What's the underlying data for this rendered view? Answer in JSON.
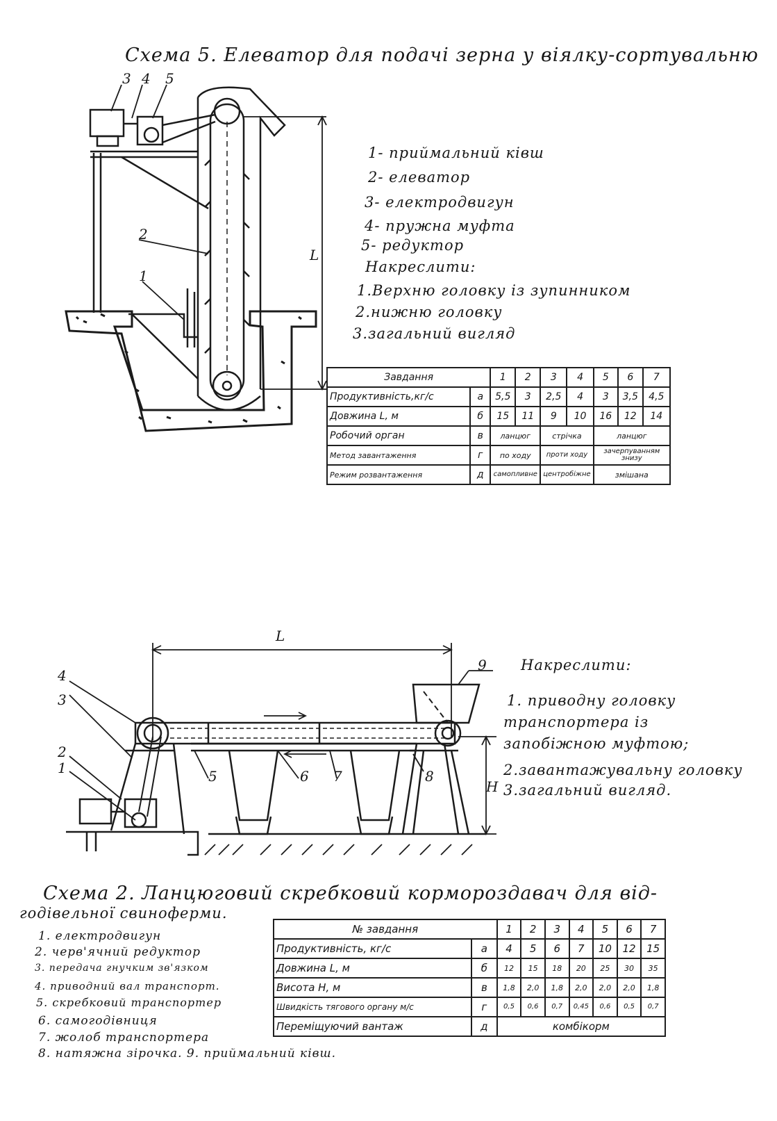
{
  "scheme5": {
    "title": "Схема 5. Елеватор для подачі зерна у віялку-сортувальню",
    "callouts": {
      "n1": "1",
      "n2": "2",
      "n3": "3",
      "n4": "4",
      "n5": "5",
      "L": "L"
    },
    "legend": [
      "1- приймальний ківш",
      "2- елеватор",
      "3- електродвигун",
      "4- пружна муфта",
      "5- редуктор"
    ],
    "task_heading": "Накреслити:",
    "tasks": [
      "1.Верхню головку із зупинником",
      "2.нижню головку",
      "3.загальний вигляд"
    ],
    "table": {
      "header": "Завдання",
      "variants": [
        "1",
        "2",
        "3",
        "4",
        "5",
        "6",
        "7"
      ],
      "rows": [
        {
          "label": "Продуктивність,кг/с",
          "key": "а",
          "values": [
            "5,5",
            "3",
            "2,5",
            "4",
            "3",
            "3,5",
            "4,5"
          ]
        },
        {
          "label": "Довжина L, м",
          "key": "б",
          "values": [
            "15",
            "11",
            "9",
            "10",
            "16",
            "12",
            "14"
          ]
        },
        {
          "label": "Робочий орган",
          "key": "в",
          "spans": [
            "ланцюг",
            "стрічка",
            "ланцюг"
          ]
        },
        {
          "label": "Метод завантаження",
          "key": "г",
          "spans": [
            "по ходу",
            "проти ходу",
            "зачерпуванням знизу"
          ]
        },
        {
          "label": "Режим розвантаження",
          "key": "д",
          "spans": [
            "самопливне",
            "центробіжне",
            "змішана"
          ]
        }
      ]
    }
  },
  "scheme2": {
    "title_line1": "Схема 2. Ланцюговий скребковий кормороздавач для від-",
    "title_line2": "годівельної свиноферми.",
    "callouts": {
      "n1": "1",
      "n2": "2",
      "n3": "3",
      "n4": "4",
      "n5": "5",
      "n6": "6",
      "n7": "7",
      "n8": "8",
      "n9": "9",
      "L": "L",
      "H": "H"
    },
    "task_heading": "Накреслити:",
    "tasks": [
      "1. приводну головку",
      "транспортера із",
      "запобіжною муфтою;",
      "2.завантажувальну головку",
      "3.загальний вигляд."
    ],
    "legend": [
      "1. електродвигун",
      "2. черв'ячний редуктор",
      "3. передача гнучким зв'язком",
      "4. приводний вал транспорт.",
      "5. скребковий транспортер",
      "6. самогодівниця",
      "7. жолоб транспортера",
      "8. натяжна зірочка.   9. приймальний ківш."
    ],
    "table": {
      "header": "№ завдання",
      "variants": [
        "1",
        "2",
        "3",
        "4",
        "5",
        "6",
        "7"
      ],
      "rows": [
        {
          "label": "Продуктивність, кг/с",
          "key": "а",
          "values": [
            "4",
            "5",
            "6",
            "7",
            "10",
            "12",
            "15"
          ]
        },
        {
          "label": "Довжина L, м",
          "key": "б",
          "values": [
            "12",
            "15",
            "18",
            "20",
            "25",
            "30",
            "35"
          ]
        },
        {
          "label": "Висота H, м",
          "key": "в",
          "values": [
            "1,8",
            "2,0",
            "1,8",
            "2,0",
            "2,0",
            "2,0",
            "1,8"
          ]
        },
        {
          "label": "Швидкість тягового органу м/с",
          "key": "г",
          "values": [
            "0,5",
            "0,6",
            "0,7",
            "0,45",
            "0,6",
            "0,5",
            "0,7"
          ]
        },
        {
          "label": "Переміщуючий вантаж",
          "key": "д",
          "span": "комбікорм"
        }
      ]
    }
  }
}
